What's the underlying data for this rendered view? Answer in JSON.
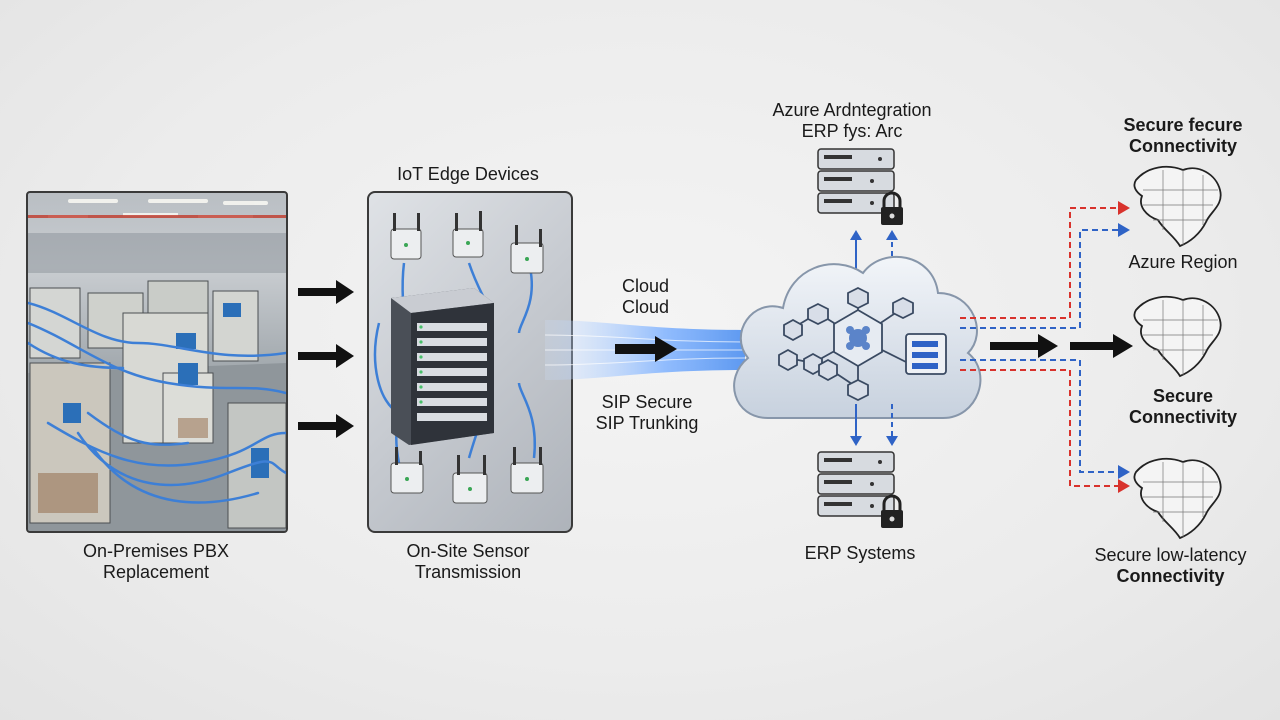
{
  "stages": {
    "onprem": {
      "line1": "On-Premises PBX",
      "line2": "Replacement"
    },
    "iot": {
      "title": "IoT Edge Devices",
      "caption_line1": "On-Site Sensor",
      "caption_line2": "Transmission"
    },
    "link": {
      "cloud_line1": "Cloud",
      "cloud_line2": "Cloud",
      "sip_line1": "SIP Secure",
      "sip_line2": "SIP Trunking"
    },
    "azure": {
      "line1": "Azure Ardntegration",
      "line2": "ERP fys: Arc"
    },
    "erp": {
      "label": "ERP Systems"
    },
    "regions": [
      {
        "line1": "Secure fecure",
        "line2": "Connectivity",
        "line3": "Azure Region"
      },
      {
        "line1": "Secure",
        "line2": "Connectivity"
      },
      {
        "line1": "Secure low-latency",
        "line2": "Connectivity"
      }
    ]
  },
  "colors": {
    "arrow": "#111111",
    "wire_blue": "#3d7fd6",
    "dashed_red": "#d8322c",
    "dashed_blue": "#2f63c6",
    "cloud": "#dfe6ef",
    "flow_glow": "#9fc8ff"
  },
  "icons": [
    "lock-icon",
    "server-icon",
    "router-icon",
    "map-icon",
    "cloud-icon",
    "hexagon-node-icon"
  ]
}
